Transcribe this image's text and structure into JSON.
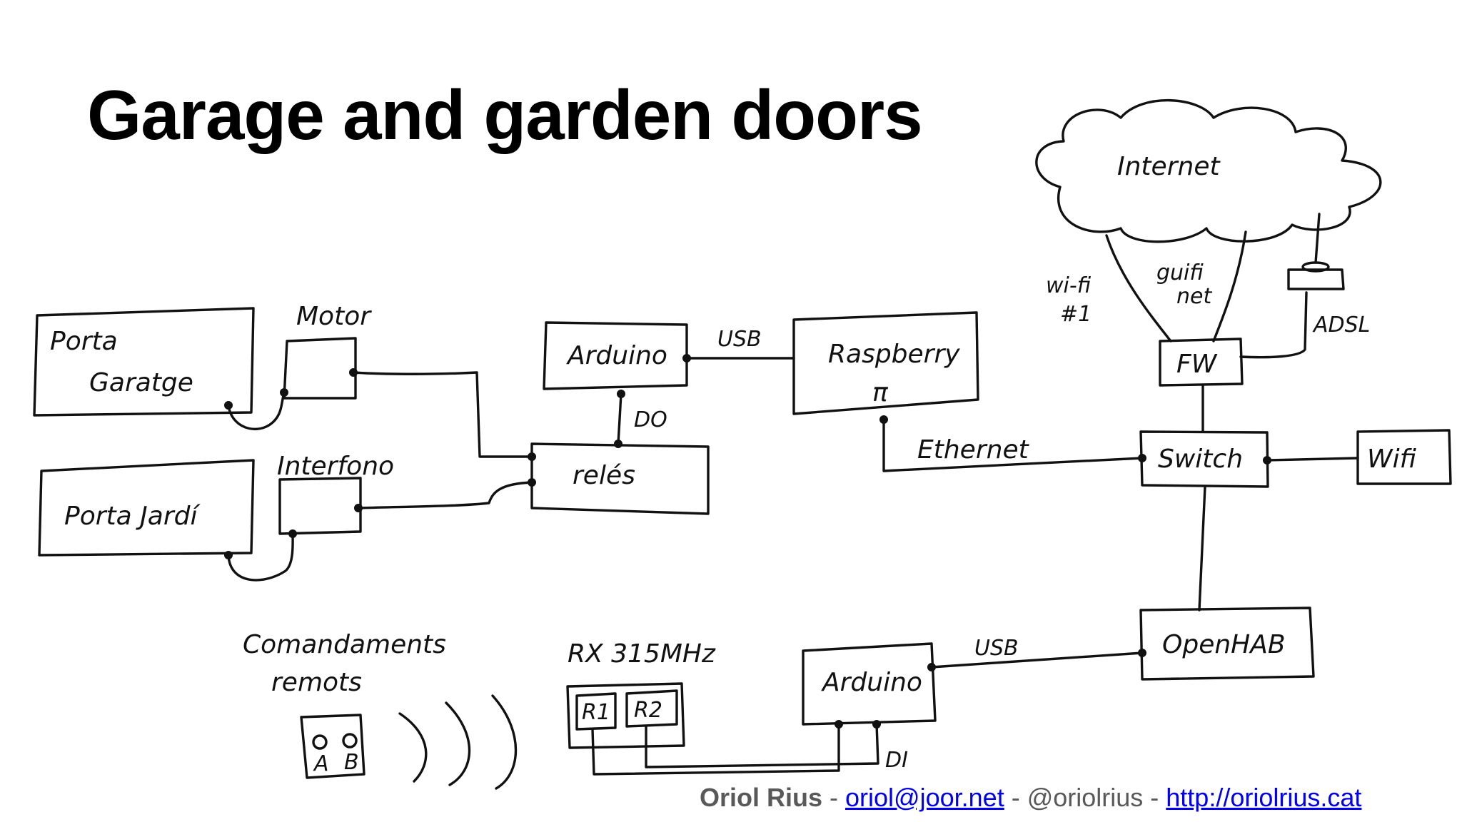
{
  "slide": {
    "title": "Garage and garden doors"
  },
  "diagram": {
    "boxes": {
      "porta_garatge_line1": "Porta",
      "porta_garatge_line2": "Garatge",
      "motor": "Motor",
      "porta_jardi": "Porta Jardí",
      "interfono": "Interfono",
      "reles": "relés",
      "arduino_top": "Arduino",
      "raspberry": "Raspberry",
      "raspberry_pi": "π",
      "internet": "Internet",
      "fw": "FW",
      "switch": "Switch",
      "wifi_box": "Wifi",
      "openhab": "OpenHAB",
      "arduino_bottom": "Arduino",
      "rx": "RX 315MHz",
      "r1": "R1",
      "r2": "R2",
      "remote_a": "A",
      "remote_b": "B"
    },
    "labels": {
      "usb_top": "USB",
      "do": "DO",
      "ethernet": "Ethernet",
      "wifi_1_line1": "wi-fi",
      "wifi_1_line2": "#1",
      "guifi_line1": "guifi",
      "guifi_line2": "net",
      "adsl": "ADSL",
      "usb_bottom": "USB",
      "di": "DI",
      "comandaments_line1": "Comandaments",
      "comandaments_line2": "remots"
    }
  },
  "footer": {
    "author": "Oriol Rius",
    "sep1": " - ",
    "email": "oriol@joor.net",
    "sep2": " - @oriolrius - ",
    "url": "http://oriolrius.cat"
  }
}
